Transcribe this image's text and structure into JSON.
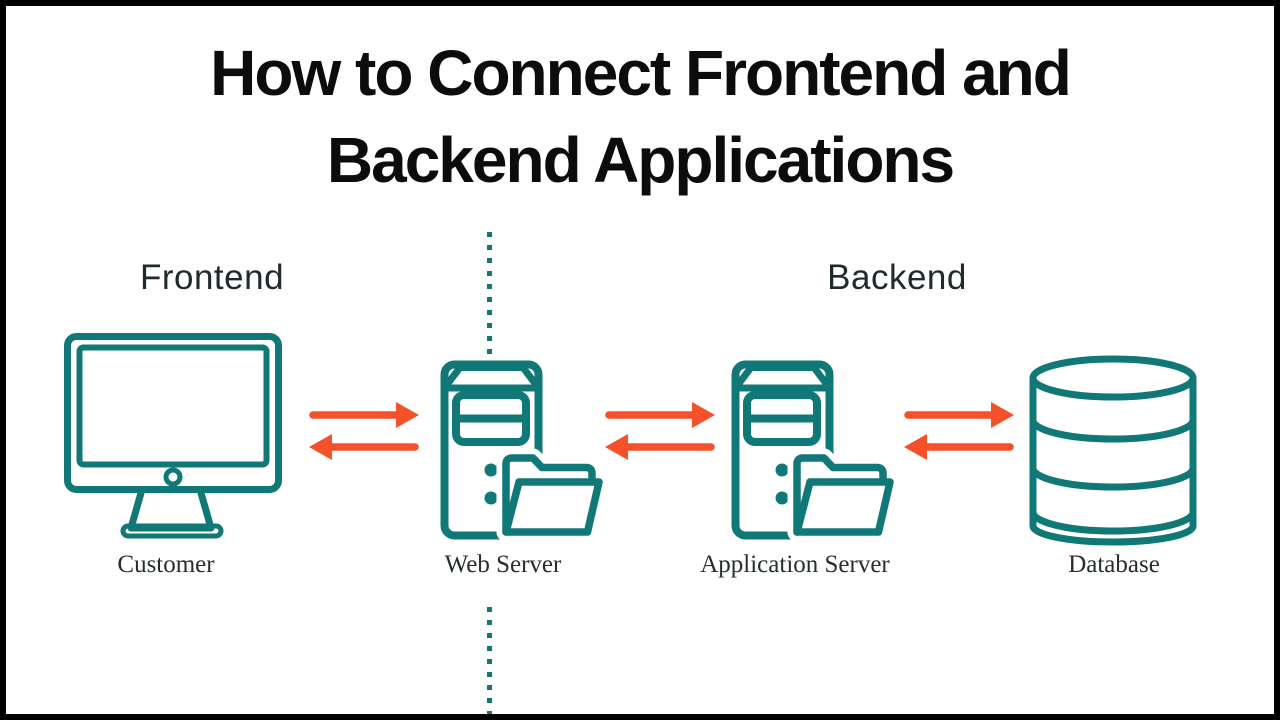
{
  "colors": {
    "page_bg": "#ffffff",
    "frame_border": "#000000",
    "icon_teal": "#107876",
    "arrow_orange": "#f4512b",
    "title_color": "#0c0c0c",
    "header_color": "#1f2a2d",
    "label_color": "#272e2d"
  },
  "title": {
    "line1": "How to Connect Frontend and",
    "line2": "Backend Applications"
  },
  "headers": {
    "frontend": "Frontend",
    "backend": "Backend"
  },
  "nodes": [
    {
      "id": "customer",
      "label": "Customer",
      "icon": "monitor-icon"
    },
    {
      "id": "web-server",
      "label": "Web Server",
      "icon": "server-folder-icon"
    },
    {
      "id": "application-server",
      "label": "Application Server",
      "icon": "server-folder-icon"
    },
    {
      "id": "database",
      "label": "Database",
      "icon": "database-icon"
    }
  ],
  "connections": [
    {
      "from": "customer",
      "to": "web-server",
      "type": "bidirectional-arrows"
    },
    {
      "from": "web-server",
      "to": "application-server",
      "type": "bidirectional-arrows"
    },
    {
      "from": "application-server",
      "to": "database",
      "type": "bidirectional-arrows"
    }
  ],
  "divider": {
    "orientation": "vertical",
    "style": "dotted"
  }
}
